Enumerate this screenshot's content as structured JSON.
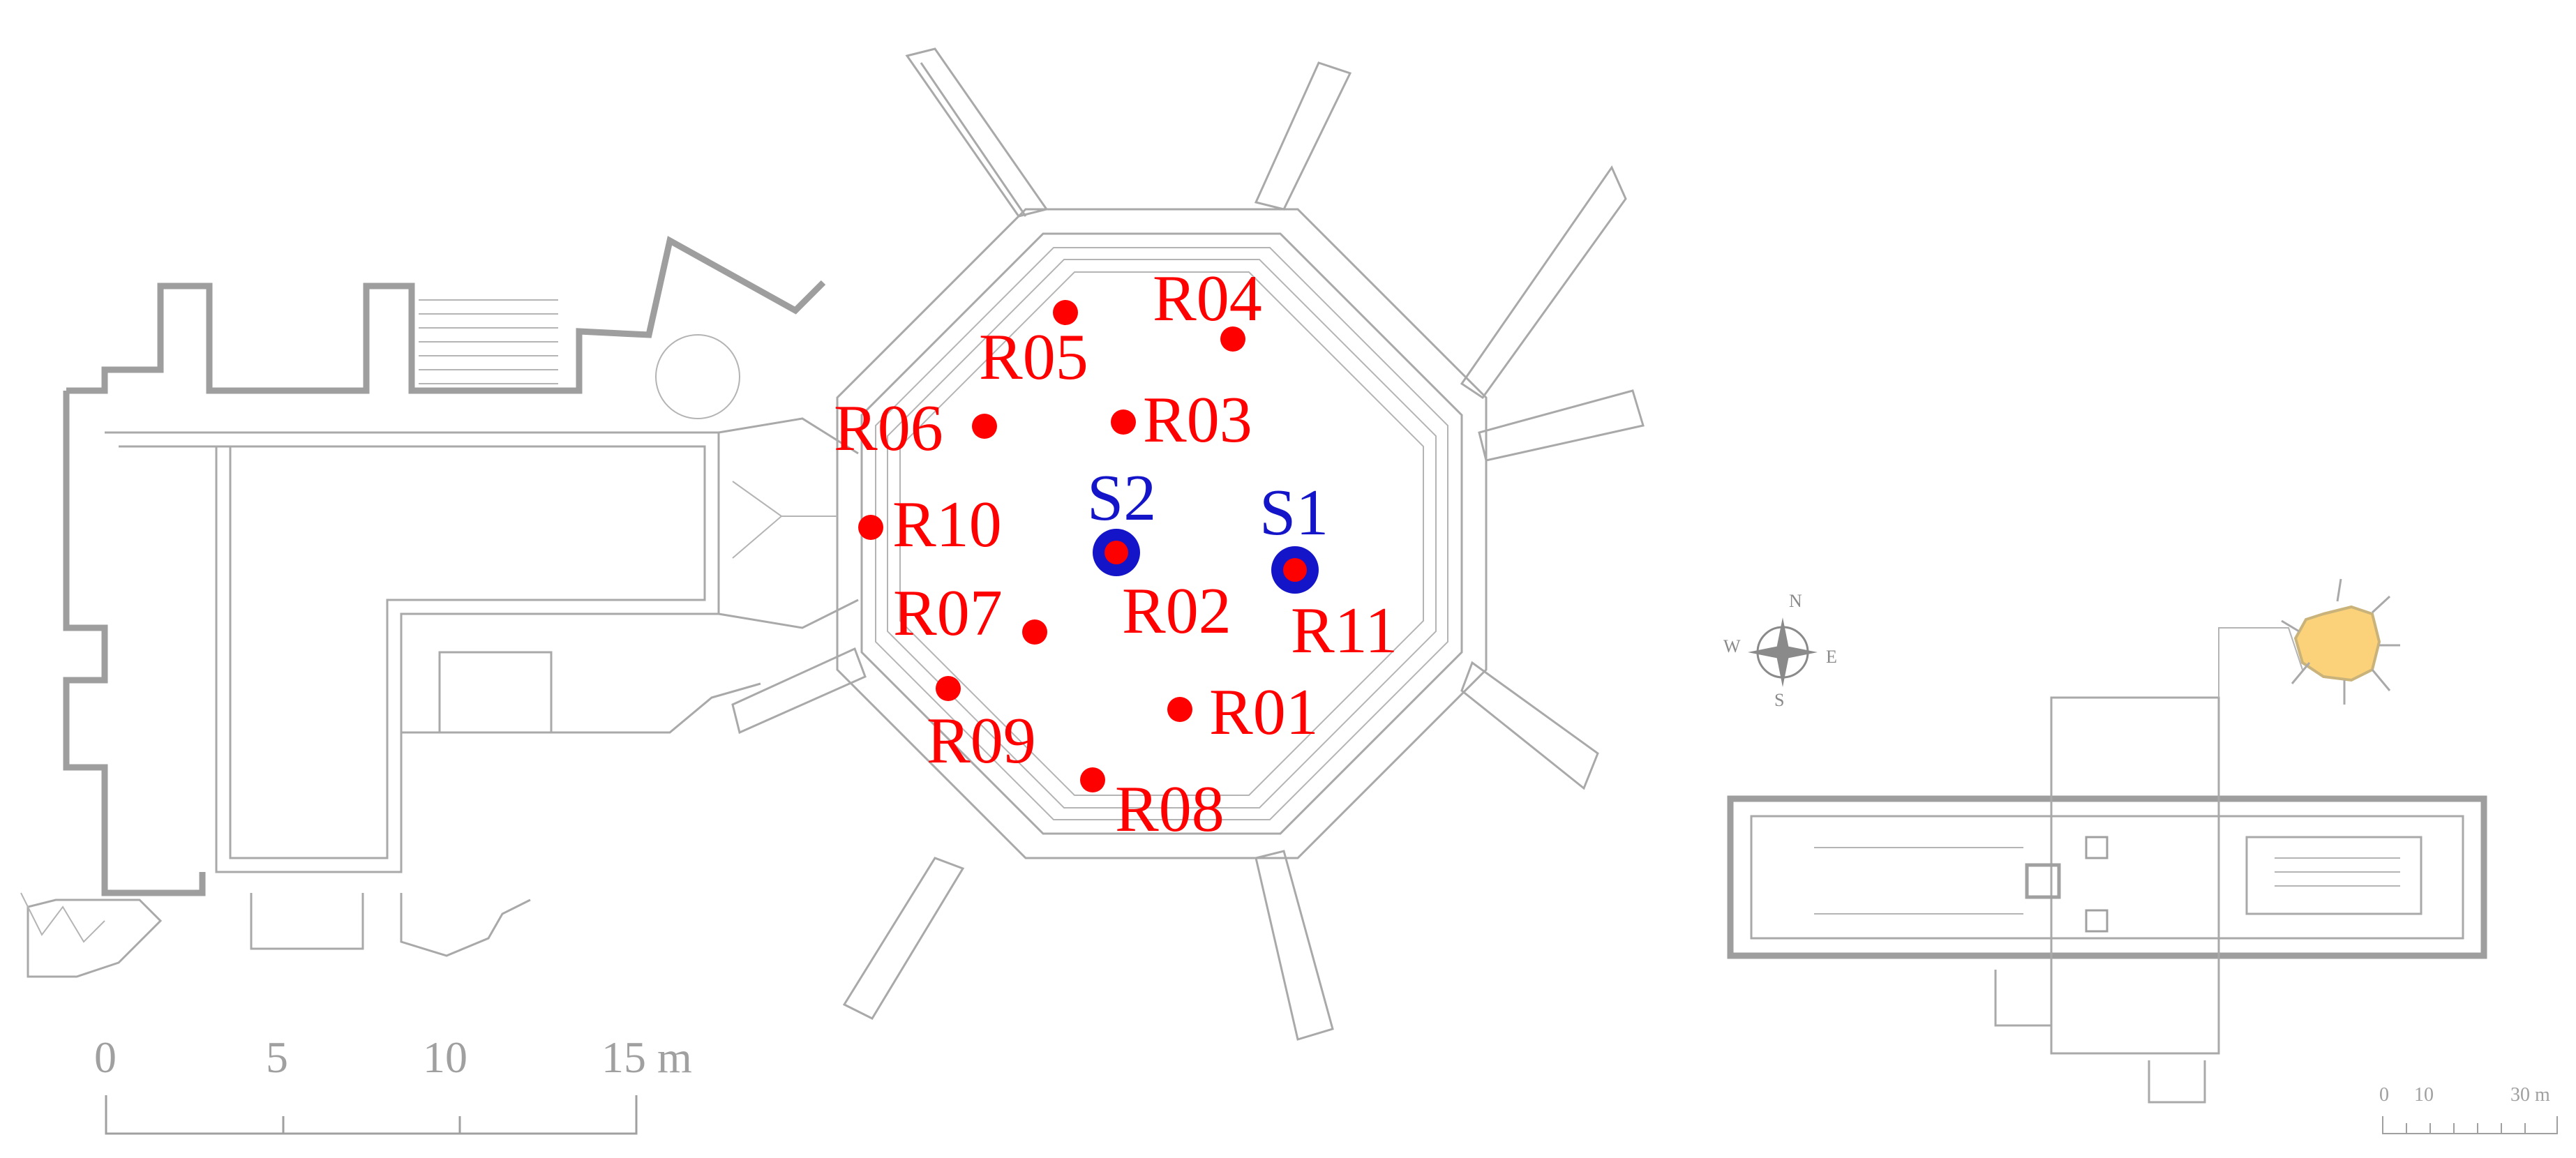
{
  "receivers": [
    {
      "id": "R01"
    },
    {
      "id": "R02"
    },
    {
      "id": "R03"
    },
    {
      "id": "R04"
    },
    {
      "id": "R05"
    },
    {
      "id": "R06"
    },
    {
      "id": "R07"
    },
    {
      "id": "R08"
    },
    {
      "id": "R09"
    },
    {
      "id": "R10"
    },
    {
      "id": "R11"
    }
  ],
  "sources": [
    {
      "id": "S1"
    },
    {
      "id": "S2"
    }
  ],
  "scale_bar": {
    "ticks": [
      "0",
      "5",
      "10",
      "15 m"
    ]
  },
  "overview_scale": {
    "ticks": [
      "0",
      "10",
      "30 m"
    ]
  },
  "compass": {
    "n": "N",
    "e": "E",
    "s": "S",
    "w": "W"
  },
  "colors": {
    "receiver": "#ff0000",
    "source_ring": "#1414c8",
    "source_dot": "#ff0000",
    "plan_lines": "#a9a9a9",
    "highlight": "#fbd27a"
  }
}
